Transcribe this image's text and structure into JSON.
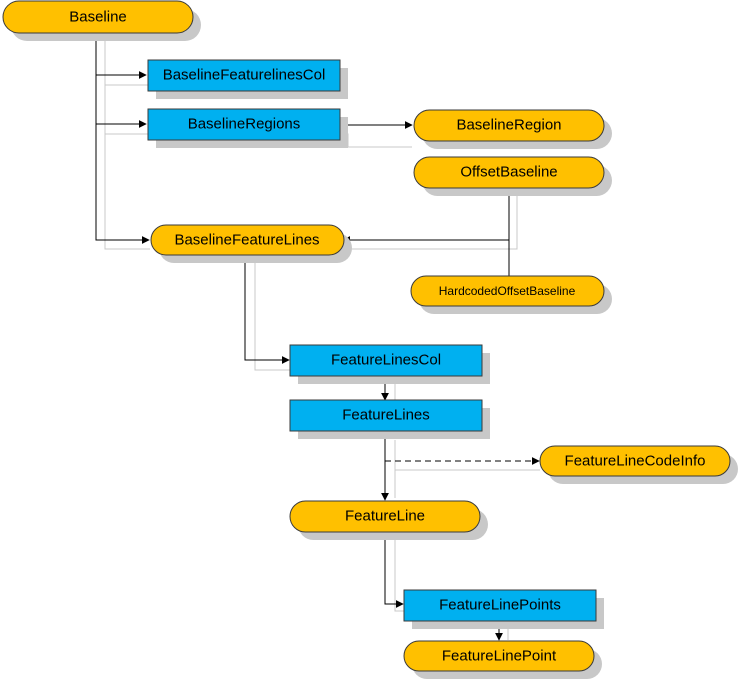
{
  "colors": {
    "class_fill": "#FFC000",
    "collection_fill": "#00B0F0",
    "outline": "#3a3a3a",
    "shadow": "#c8c8c8",
    "connector": "#000000"
  },
  "nodes": {
    "baseline": {
      "label": "Baseline",
      "kind": "class"
    },
    "baseline_featurelines_col": {
      "label": "BaselineFeaturelinesCol",
      "kind": "collection"
    },
    "baseline_regions": {
      "label": "BaselineRegions",
      "kind": "collection"
    },
    "baseline_region": {
      "label": "BaselineRegion",
      "kind": "class"
    },
    "offset_baseline": {
      "label": "OffsetBaseline",
      "kind": "class"
    },
    "baseline_feature_lines": {
      "label": "BaselineFeatureLines",
      "kind": "class"
    },
    "hardcoded_offset_baseline": {
      "label": "HardcodedOffsetBaseline",
      "kind": "class"
    },
    "feature_lines_col": {
      "label": "FeatureLinesCol",
      "kind": "collection"
    },
    "feature_lines": {
      "label": "FeatureLines",
      "kind": "collection"
    },
    "feature_line_code_info": {
      "label": "FeatureLineCodeInfo",
      "kind": "class"
    },
    "feature_line": {
      "label": "FeatureLine",
      "kind": "class"
    },
    "feature_line_points": {
      "label": "FeatureLinePoints",
      "kind": "collection"
    },
    "feature_line_point": {
      "label": "FeatureLinePoint",
      "kind": "class"
    }
  }
}
